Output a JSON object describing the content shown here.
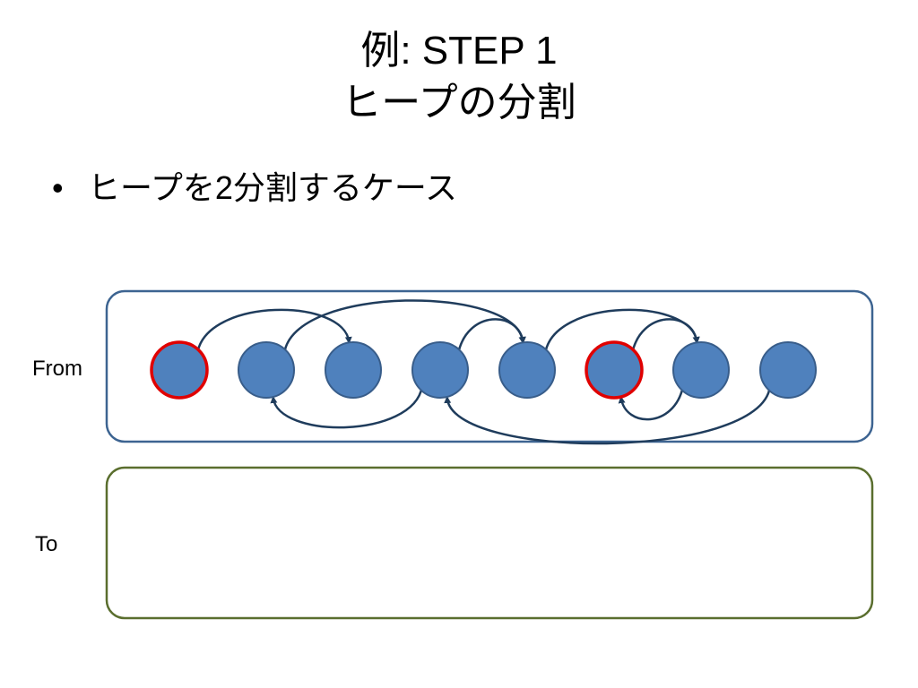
{
  "slide": {
    "title_line1": "例: STEP 1",
    "title_line2": "ヒープの分割",
    "bullet_marker": "•",
    "bullet_text": "ヒープを2分割するケース"
  },
  "regions": {
    "from_label": "From",
    "to_label": "To"
  },
  "heap": {
    "node_count": 8,
    "highlighted_nodes": [
      0,
      5
    ],
    "pointers": [
      [
        0,
        2
      ],
      [
        1,
        4
      ],
      [
        3,
        4
      ],
      [
        5,
        6
      ],
      [
        6,
        5
      ],
      [
        3,
        1
      ],
      [
        4,
        6
      ],
      [
        7,
        3
      ]
    ]
  },
  "colors": {
    "node_fill": "#4f81bd",
    "node_stroke": "#385d8a",
    "highlight_stroke": "#e00000",
    "arrow": "#1f3c5c",
    "from_box_stroke": "#3d6491",
    "to_box_stroke": "#5a6e2e"
  }
}
